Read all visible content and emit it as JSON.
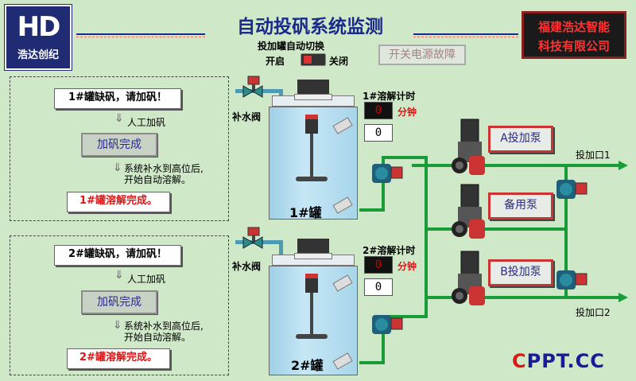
{
  "header": {
    "logo_mark": "HD",
    "logo_text": "浩达创纪",
    "title": "自动投矾系统监测",
    "company_line1": "福建浩达智能",
    "company_line2": "科技有限公司"
  },
  "switch": {
    "title": "投加罐自动切换",
    "on_label": "开启",
    "off_label": "关闭"
  },
  "fault_button": "开关电源故障",
  "panel1": {
    "alarm": "1#罐缺矾，请加矾！",
    "step1": "人工加矾",
    "done_button": "加矾完成",
    "step2_line1": "系统补水到高位后,",
    "step2_line2": "开始自动溶解。",
    "result": "1#罐溶解完成。"
  },
  "panel2": {
    "alarm": "2#罐缺矾，请加矾！",
    "step1": "人工加矾",
    "done_button": "加矾完成",
    "step2_line1": "系统补水到高位后,",
    "step2_line2": "开始自动溶解。",
    "result": "2#罐溶解完成。"
  },
  "tank1": {
    "valve_label": "补水阀",
    "timer_label": "1#溶解计时",
    "timer_value": "0",
    "timer_unit": "分钟",
    "count_value": "0",
    "name": "1#罐"
  },
  "tank2": {
    "valve_label": "补水阀",
    "timer_label": "2#溶解计时",
    "timer_value": "0",
    "timer_unit": "分钟",
    "count_value": "0",
    "name": "2#罐"
  },
  "pumps": {
    "a": "A投加泵",
    "standby": "备用泵",
    "b": "B投加泵"
  },
  "outlets": {
    "outlet1": "投加口1",
    "outlet2": "投加口2"
  },
  "watermark": {
    "part1": "C",
    "part2": "PPT.CC"
  },
  "colors": {
    "background": "#cfe8c8",
    "pipe": "#1a9b3a",
    "alarm_red": "#e01515",
    "title_blue": "#1b2a8a"
  }
}
